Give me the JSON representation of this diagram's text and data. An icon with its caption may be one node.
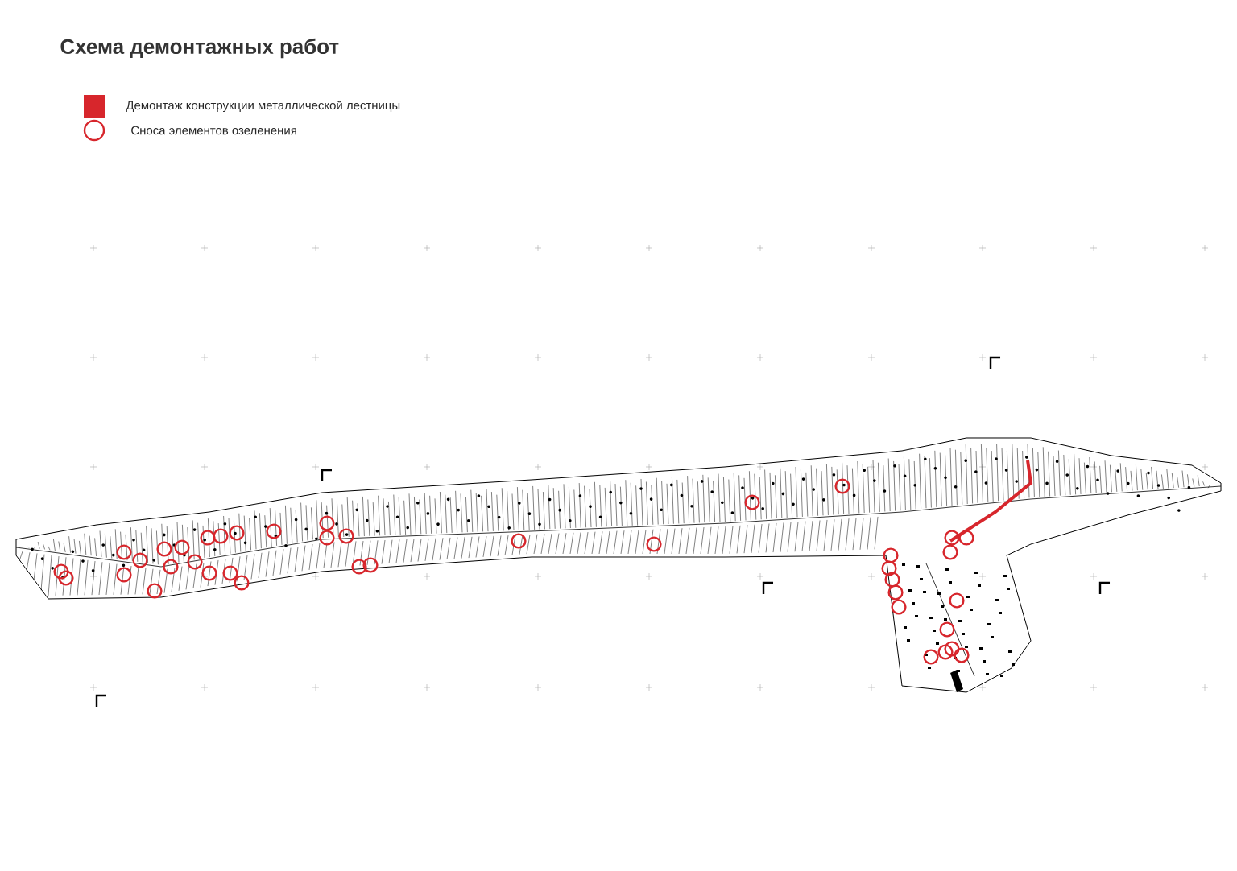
{
  "diagram": {
    "title": "Схема демонтажных работ",
    "legend": [
      {
        "text": "Демонтаж конструкции металлической лестницы",
        "color": "#d7262c"
      },
      {
        "text": "Сноса элементов озеленения"
      }
    ]
  }
}
